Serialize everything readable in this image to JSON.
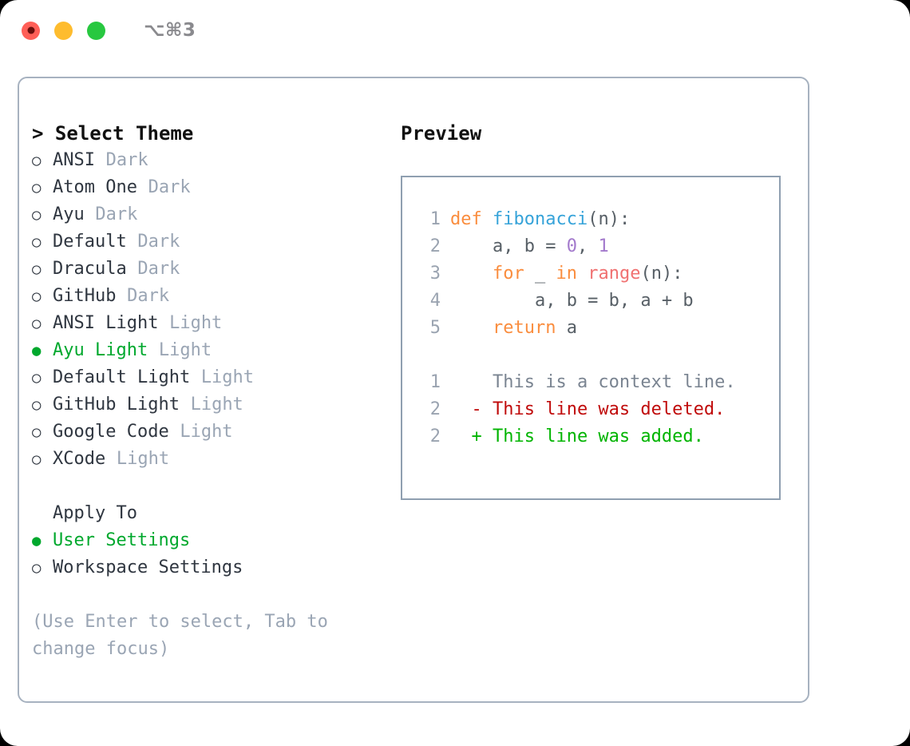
{
  "titlebar": {
    "traffic_lights": [
      {
        "name": "close-button",
        "color": "#ff5f57"
      },
      {
        "name": "minimize-button",
        "color": "#febc2e"
      },
      {
        "name": "maximize-button",
        "color": "#28c840"
      }
    ],
    "shortcut": "⌥⌘3"
  },
  "theme_menu": {
    "header": "> Select Theme",
    "options": [
      {
        "bullet": "○",
        "label": "ANSI",
        "suffix": "Dark",
        "selected": false
      },
      {
        "bullet": "○",
        "label": "Atom One",
        "suffix": "Dark",
        "selected": false
      },
      {
        "bullet": "○",
        "label": "Ayu",
        "suffix": "Dark",
        "selected": false
      },
      {
        "bullet": "○",
        "label": "Default",
        "suffix": "Dark",
        "selected": false
      },
      {
        "bullet": "○",
        "label": "Dracula",
        "suffix": "Dark",
        "selected": false
      },
      {
        "bullet": "○",
        "label": "GitHub",
        "suffix": "Dark",
        "selected": false
      },
      {
        "bullet": "○",
        "label": "ANSI Light",
        "suffix": "Light",
        "selected": false
      },
      {
        "bullet": "●",
        "label": "Ayu Light",
        "suffix": "Light",
        "selected": true
      },
      {
        "bullet": "○",
        "label": "Default Light",
        "suffix": "Light",
        "selected": false
      },
      {
        "bullet": "○",
        "label": "GitHub Light",
        "suffix": "Light",
        "selected": false
      },
      {
        "bullet": "○",
        "label": "Google Code",
        "suffix": "Light",
        "selected": false
      },
      {
        "bullet": "○",
        "label": "XCode",
        "suffix": "Light",
        "selected": false
      }
    ]
  },
  "apply_to": {
    "header": "Apply To",
    "options": [
      {
        "bullet": "●",
        "label": "User Settings",
        "selected": true
      },
      {
        "bullet": "○",
        "label": "Workspace Settings",
        "selected": false
      }
    ]
  },
  "hint": "(Use Enter to select, Tab to change focus)",
  "preview": {
    "header": "Preview",
    "code_lines": [
      {
        "number": "1",
        "tokens": [
          {
            "text": "def ",
            "kind": "kw"
          },
          {
            "text": "fibonacci",
            "kind": "fn"
          },
          {
            "text": "(n):",
            "kind": "pl"
          }
        ]
      },
      {
        "number": "2",
        "tokens": [
          {
            "text": "    a, b = ",
            "kind": "pl"
          },
          {
            "text": "0",
            "kind": "num"
          },
          {
            "text": ", ",
            "kind": "pl"
          },
          {
            "text": "1",
            "kind": "num"
          }
        ]
      },
      {
        "number": "3",
        "tokens": [
          {
            "text": "    ",
            "kind": "pl"
          },
          {
            "text": "for",
            "kind": "kw"
          },
          {
            "text": " _ ",
            "kind": "pl"
          },
          {
            "text": "in",
            "kind": "kw"
          },
          {
            "text": " ",
            "kind": "pl"
          },
          {
            "text": "range",
            "kind": "bi"
          },
          {
            "text": "(n):",
            "kind": "pl"
          }
        ]
      },
      {
        "number": "4",
        "tokens": [
          {
            "text": "        a, b = b, a + b",
            "kind": "pl"
          }
        ]
      },
      {
        "number": "5",
        "tokens": [
          {
            "text": "    ",
            "kind": "pl"
          },
          {
            "text": "return",
            "kind": "kw"
          },
          {
            "text": " a",
            "kind": "pl"
          }
        ]
      }
    ],
    "diff_lines": [
      {
        "number": "1",
        "marker": "  ",
        "text": "This is a context line.",
        "kind": "ctx"
      },
      {
        "number": "2",
        "marker": "- ",
        "text": "This line was deleted.",
        "kind": "del"
      },
      {
        "number": "2",
        "marker": "+ ",
        "text": "This line was added.",
        "kind": "add"
      }
    ]
  },
  "colors": {
    "accent_green": "#00a82d",
    "muted_gray": "#9aa5b4",
    "border": "#a7b2c0",
    "preview_border": "#8f9fb0",
    "keyword": "#fa8d3e",
    "function": "#36a3d9",
    "number": "#a37acc",
    "builtin": "#f07171",
    "diff_delete": "#c00b0b",
    "diff_add": "#00b400"
  }
}
